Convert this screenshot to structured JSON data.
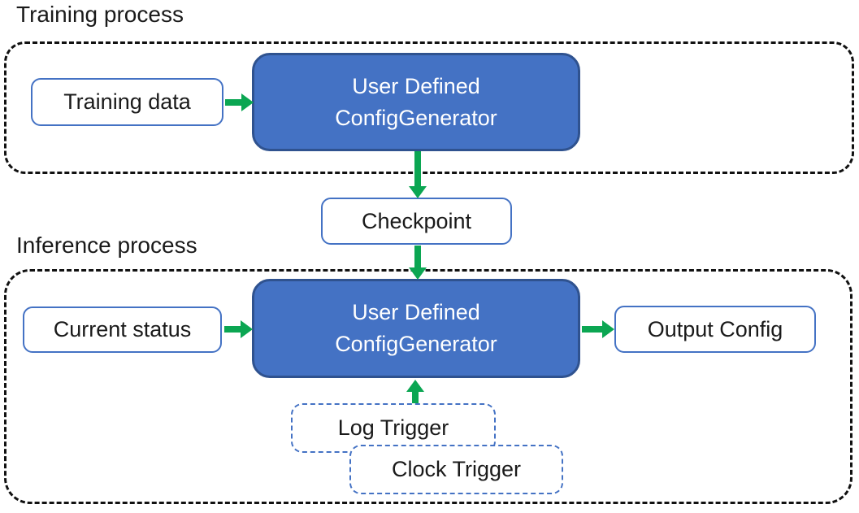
{
  "colors": {
    "blue-fill": "#4472C4",
    "blue-dark": "#2F528F",
    "blue-outline": "#4472C4",
    "green": "#0BA652",
    "black": "#111111",
    "text": "#1a1a1a"
  },
  "training": {
    "label": "Training process",
    "input": "Training data",
    "generator": {
      "line1": "User Defined",
      "line2": "ConfigGenerator"
    }
  },
  "checkpoint": {
    "label": "Checkpoint"
  },
  "inference": {
    "label": "Inference process",
    "input": "Current status",
    "generator": {
      "line1": "User Defined",
      "line2": "ConfigGenerator"
    },
    "output": "Output Config",
    "triggers": {
      "log": "Log Trigger",
      "clock": "Clock Trigger"
    }
  }
}
